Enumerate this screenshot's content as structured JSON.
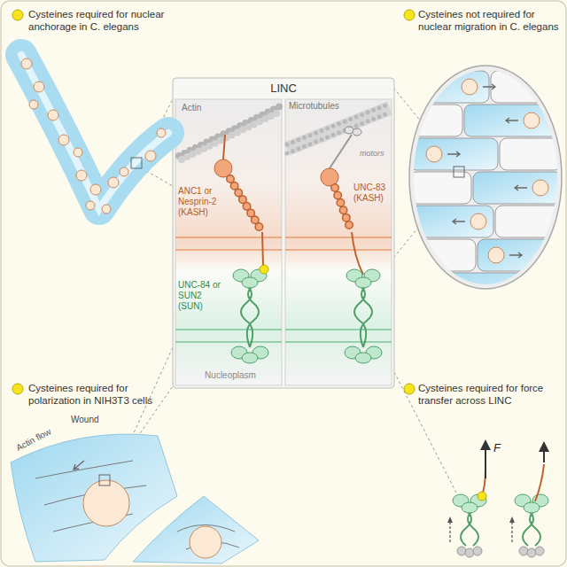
{
  "diagram": {
    "title": "LINC",
    "nodes": [
      {
        "text": [
          "Actin",
          "ANC1 or Nesprin-2 (KASH)",
          "UNC-84 or SUN2 (SUN)",
          "Nucleoplasm"
        ]
      },
      {
        "text": [
          "Microtubules",
          "motors",
          "UNC-83 (KASH)"
        ]
      }
    ],
    "labels": [
      "Cysteines required for nuclear anchorage in C. elegans",
      "Cysteines not required for nuclear migration in C. elegans",
      "Cysteines required for polarization in NIH3T3 cells",
      "Cysteines required for force transfer across LINC",
      "Wound",
      "Actin flow",
      "F"
    ]
  }
}
